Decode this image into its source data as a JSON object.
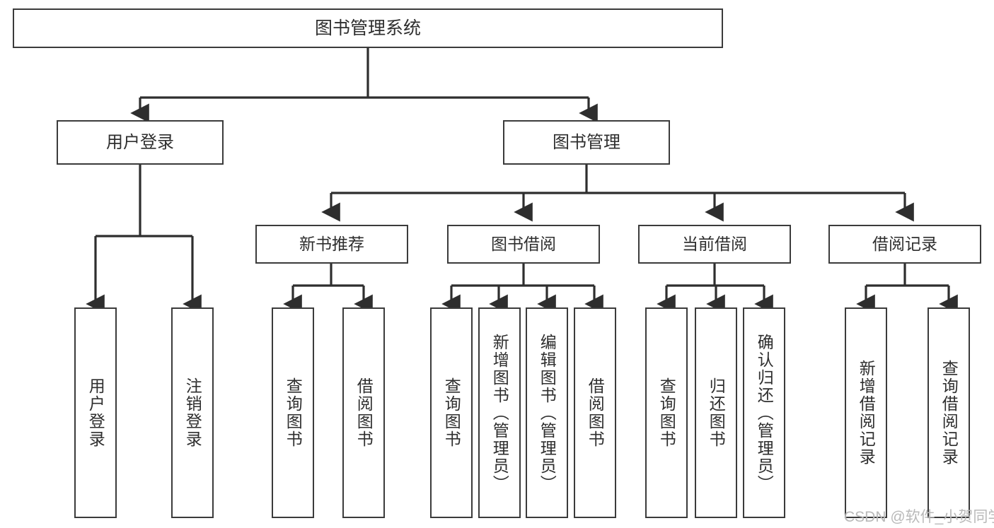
{
  "diagram": {
    "type": "tree-hierarchy",
    "title": "图书管理系统",
    "root": {
      "label": "图书管理系统"
    },
    "level2": [
      {
        "id": "user-login",
        "label": "用户登录"
      },
      {
        "id": "book-manage",
        "label": "图书管理"
      }
    ],
    "level3": [
      {
        "id": "new-book-rec",
        "label": "新书推荐",
        "parent": "book-manage"
      },
      {
        "id": "book-borrow",
        "label": "图书借阅",
        "parent": "book-manage"
      },
      {
        "id": "current-borrow",
        "label": "当前借阅",
        "parent": "book-manage"
      },
      {
        "id": "borrow-record",
        "label": "借阅记录",
        "parent": "book-manage"
      }
    ],
    "leaves": [
      {
        "id": "leaf-user-login",
        "label": "用户登录",
        "parent": "user-login"
      },
      {
        "id": "leaf-user-logout",
        "label": "注销登录",
        "parent": "user-login"
      },
      {
        "id": "leaf-query-book-1",
        "label": "查询图书",
        "parent": "new-book-rec"
      },
      {
        "id": "leaf-borrow-book-1",
        "label": "借阅图书",
        "parent": "new-book-rec"
      },
      {
        "id": "leaf-query-book-2",
        "label": "查询图书",
        "parent": "book-borrow"
      },
      {
        "id": "leaf-add-book",
        "label": "新增图书（管理员）",
        "parent": "book-borrow"
      },
      {
        "id": "leaf-edit-book",
        "label": "编辑图书（管理员）",
        "parent": "book-borrow"
      },
      {
        "id": "leaf-borrow-book-2",
        "label": "借阅图书",
        "parent": "book-borrow"
      },
      {
        "id": "leaf-query-book-3",
        "label": "查询图书",
        "parent": "current-borrow"
      },
      {
        "id": "leaf-return-book",
        "label": "归还图书",
        "parent": "current-borrow"
      },
      {
        "id": "leaf-confirm-return",
        "label": "确认归还（管理员）",
        "parent": "current-borrow"
      },
      {
        "id": "leaf-add-record",
        "label": "新增借阅记录",
        "parent": "borrow-record"
      },
      {
        "id": "leaf-query-record",
        "label": "查询借阅记录",
        "parent": "borrow-record"
      }
    ],
    "colors": {
      "stroke": "#3b3b3b",
      "text": "#2e2e2e",
      "background": "#ffffff",
      "watermark": "#b9b9b9"
    }
  },
  "watermark": {
    "text": "CSDN @软件_小贺同学"
  }
}
